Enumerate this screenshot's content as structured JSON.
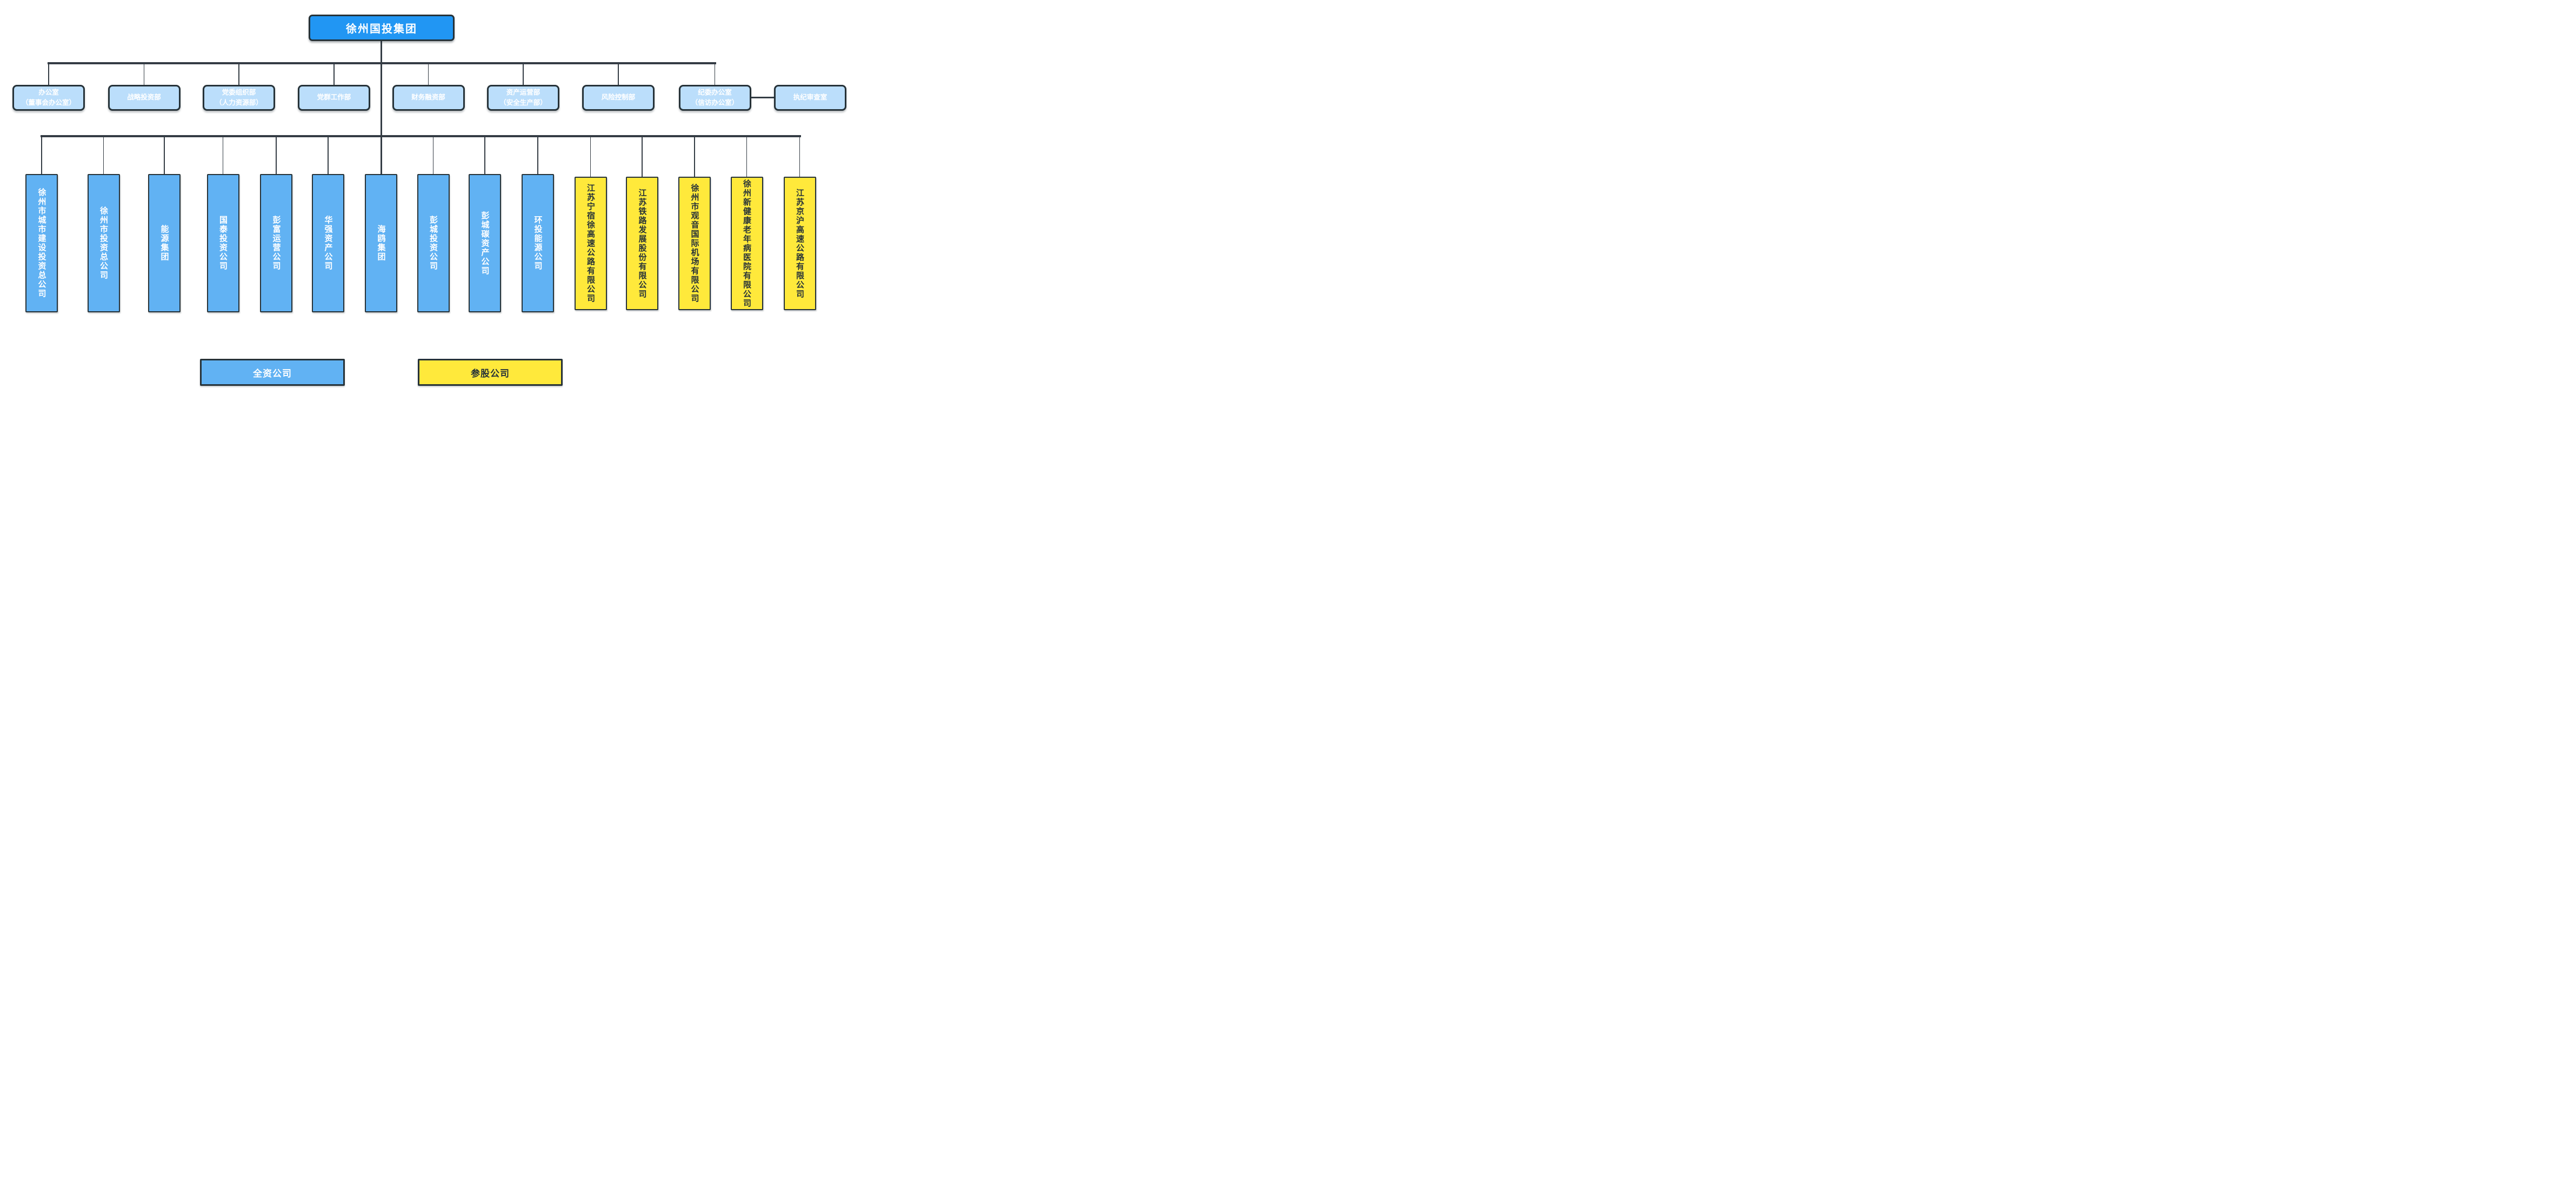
{
  "root": {
    "label": "徐州国投集团"
  },
  "departments": [
    {
      "line1": "办公室",
      "line2": "（董事会办公室）"
    },
    {
      "line1": "战略投资部",
      "line2": ""
    },
    {
      "line1": "党委组织部",
      "line2": "（人力资源部）"
    },
    {
      "line1": "党群工作部",
      "line2": ""
    },
    {
      "line1": "财务融资部",
      "line2": ""
    },
    {
      "line1": "资产运营部",
      "line2": "（安全生产部）"
    },
    {
      "line1": "风险控制部",
      "line2": ""
    },
    {
      "line1": "纪委办公室",
      "line2": "（信访办公室）"
    },
    {
      "line1": "执纪审查室",
      "line2": ""
    }
  ],
  "wholly_owned_companies": [
    "徐州市城市建设投资总公司",
    "徐州市投资总公司",
    "能源集团",
    "国泰投资公司",
    "彭富运营公司",
    "华强资产公司",
    "海鸥集团",
    "彭城投资公司",
    "彭城碳资产公司",
    "环投能源公司"
  ],
  "invested_companies": [
    "江苏宁宿徐高速公路有限公司",
    "江苏铁路发展股份有限公司",
    "徐州市观音国际机场有限公司",
    "徐州新健康老年病医院有限公司",
    "江苏京沪高速公路有限公司"
  ],
  "legend": {
    "wholly_owned": "全资公司",
    "invested": "参股公司"
  },
  "colors": {
    "root_fill": "#2196F3",
    "department_fill": "#BBDEFB",
    "wholly_owned_fill": "#61B2F3",
    "invested_fill": "#FFE93B",
    "border": "#263238",
    "line": "#343C44",
    "text_on_blue": "#FFFFFF",
    "text_on_yellow": "#263238"
  }
}
